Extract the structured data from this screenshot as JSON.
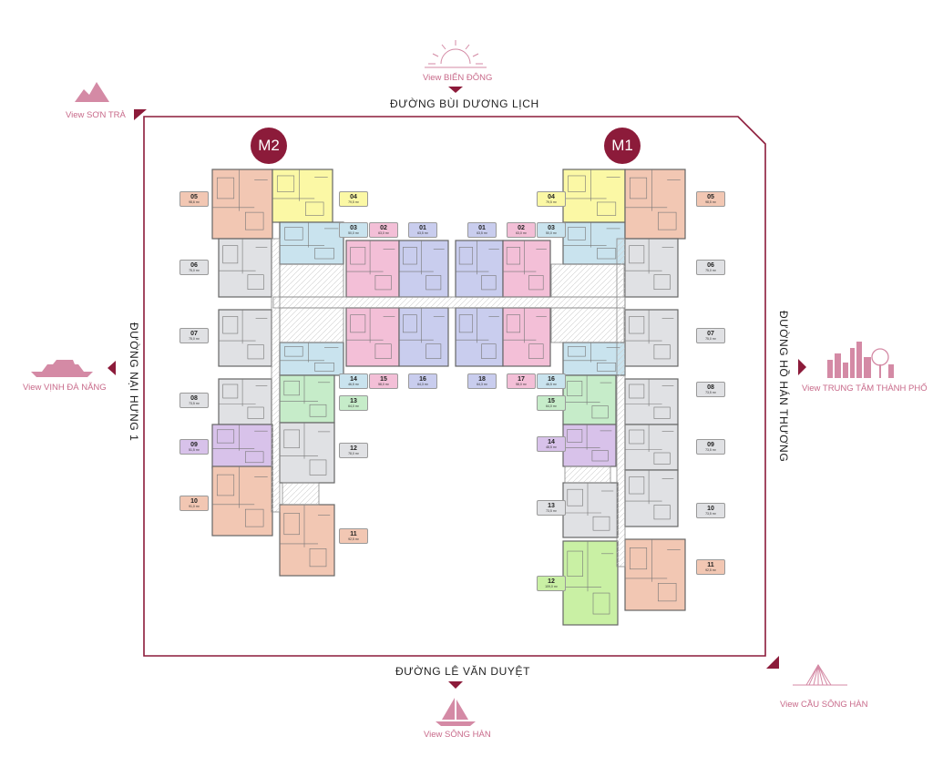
{
  "streets": {
    "north": "ĐƯỜNG BÙI DƯƠNG LỊCH",
    "south": "ĐƯỜNG LÊ VĂN DUYỆT",
    "west": "ĐƯỜNG NẠI HƯNG 1",
    "east": "ĐƯỜNG HỒ HÁN THƯƠNG"
  },
  "views": {
    "bien_dong": "View BIỂN ĐÔNG",
    "son_tra": "View SƠN TRÀ",
    "vinh_da_nang": "View VỊNH ĐÀ NẴNG",
    "trung_tam": "View TRUNG TÂM THÀNH PHỐ",
    "song_han": "View SÔNG HÀN",
    "cau_song_han": "View CẦU SÔNG HÀN"
  },
  "towers": {
    "m2": "M2",
    "m1": "M1"
  },
  "colors": {
    "brand": "#8c1b3a",
    "view_pink": "#d48aa5",
    "salmon": "#f2c7b3",
    "yellow": "#fbf8a5",
    "cyan": "#c9e3ee",
    "pink": "#f3bfd7",
    "periwinkle": "#c9cdee",
    "mint": "#c6ecc9",
    "purple": "#d8c2ea",
    "grey": "#e0e1e4",
    "lime": "#c9f0a4"
  },
  "units": {
    "m2": [
      {
        "n": "05",
        "a": "98,6 m²",
        "c": "salmon"
      },
      {
        "n": "04",
        "a": "79,5 m²",
        "c": "yellow"
      },
      {
        "n": "03",
        "a": "50,0 m²",
        "c": "cyan"
      },
      {
        "n": "02",
        "a": "63,0 m²",
        "c": "pink"
      },
      {
        "n": "01",
        "a": "63,5 m²",
        "c": "periwinkle"
      },
      {
        "n": "06",
        "a": "75,0 m²",
        "c": "grey"
      },
      {
        "n": "07",
        "a": "75,0 m²",
        "c": "grey"
      },
      {
        "n": "14",
        "a": "46,5 m²",
        "c": "cyan"
      },
      {
        "n": "15",
        "a": "58,0 m²",
        "c": "pink"
      },
      {
        "n": "16",
        "a": "64,3 m²",
        "c": "periwinkle"
      },
      {
        "n": "13",
        "a": "64,0 m²",
        "c": "mint"
      },
      {
        "n": "08",
        "a": "73,5 m²",
        "c": "grey"
      },
      {
        "n": "12",
        "a": "78,0 m²",
        "c": "grey"
      },
      {
        "n": "09",
        "a": "51,5 m²",
        "c": "purple"
      },
      {
        "n": "10",
        "a": "91,0 m²",
        "c": "salmon"
      },
      {
        "n": "11",
        "a": "92,5 m²",
        "c": "salmon"
      }
    ],
    "m1": [
      {
        "n": "01",
        "a": "63,5 m²",
        "c": "periwinkle"
      },
      {
        "n": "02",
        "a": "63,0 m²",
        "c": "pink"
      },
      {
        "n": "03",
        "a": "50,0 m²",
        "c": "cyan"
      },
      {
        "n": "04",
        "a": "79,5 m²",
        "c": "yellow"
      },
      {
        "n": "05",
        "a": "98,5 m²",
        "c": "salmon"
      },
      {
        "n": "06",
        "a": "75,0 m²",
        "c": "grey"
      },
      {
        "n": "07",
        "a": "75,0 m²",
        "c": "grey"
      },
      {
        "n": "18",
        "a": "64,3 m²",
        "c": "periwinkle"
      },
      {
        "n": "17",
        "a": "58,0 m²",
        "c": "pink"
      },
      {
        "n": "16",
        "a": "46,5 m²",
        "c": "cyan"
      },
      {
        "n": "15",
        "a": "64,0 m²",
        "c": "mint"
      },
      {
        "n": "08",
        "a": "73,5 m²",
        "c": "grey"
      },
      {
        "n": "14",
        "a": "48,5 m²",
        "c": "purple"
      },
      {
        "n": "09",
        "a": "73,5 m²",
        "c": "grey"
      },
      {
        "n": "13",
        "a": "73,5 m²",
        "c": "grey"
      },
      {
        "n": "10",
        "a": "73,5 m²",
        "c": "grey"
      },
      {
        "n": "11",
        "a": "92,5 m²",
        "c": "salmon"
      },
      {
        "n": "12",
        "a": "109,0 m²",
        "c": "lime"
      }
    ]
  }
}
